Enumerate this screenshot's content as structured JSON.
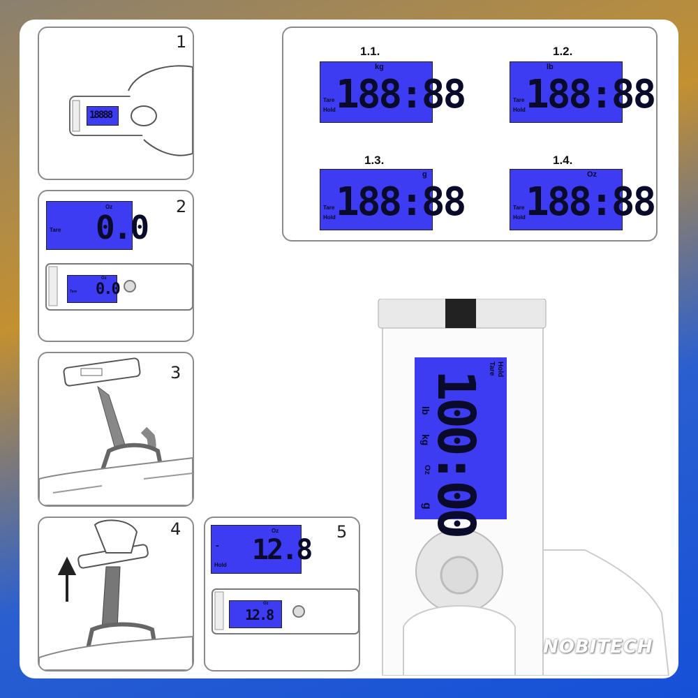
{
  "steps": {
    "s1": "1",
    "s2": "2",
    "s3": "3",
    "s4": "4",
    "s5": "5"
  },
  "units_panel": {
    "items": [
      {
        "label": "1.1.",
        "unit": "kg",
        "digits": "188:88"
      },
      {
        "label": "1.2.",
        "unit": "lb",
        "digits": "188:88"
      },
      {
        "label": "1.3.",
        "unit": "g",
        "digits": "188:88"
      },
      {
        "label": "1.4.",
        "unit": "Oz",
        "digits": "188:88"
      }
    ],
    "tare": "Tare",
    "hold": "Hold"
  },
  "step1": {
    "display": "18888"
  },
  "step2": {
    "unit": "Oz",
    "tare": "Tare",
    "digits": "0.0",
    "small_unit": "Oz",
    "small_tare": "Tare",
    "small_digits": "0.0"
  },
  "step5": {
    "unit": "Oz",
    "hold": "Hold",
    "minus": "-",
    "digits": "12.8",
    "small_unit": "Oz",
    "small_digits": "12.8"
  },
  "big_display": {
    "tare": "Tare",
    "hold": "Hold",
    "digits": "100:00",
    "units": [
      "lb",
      "kg",
      "Oz",
      "g"
    ]
  },
  "brand": "NOBITECH",
  "colors": {
    "lcd": "#3d3cf2",
    "frame_blue": "#1550d8",
    "frame_gold": "#d89a22"
  }
}
